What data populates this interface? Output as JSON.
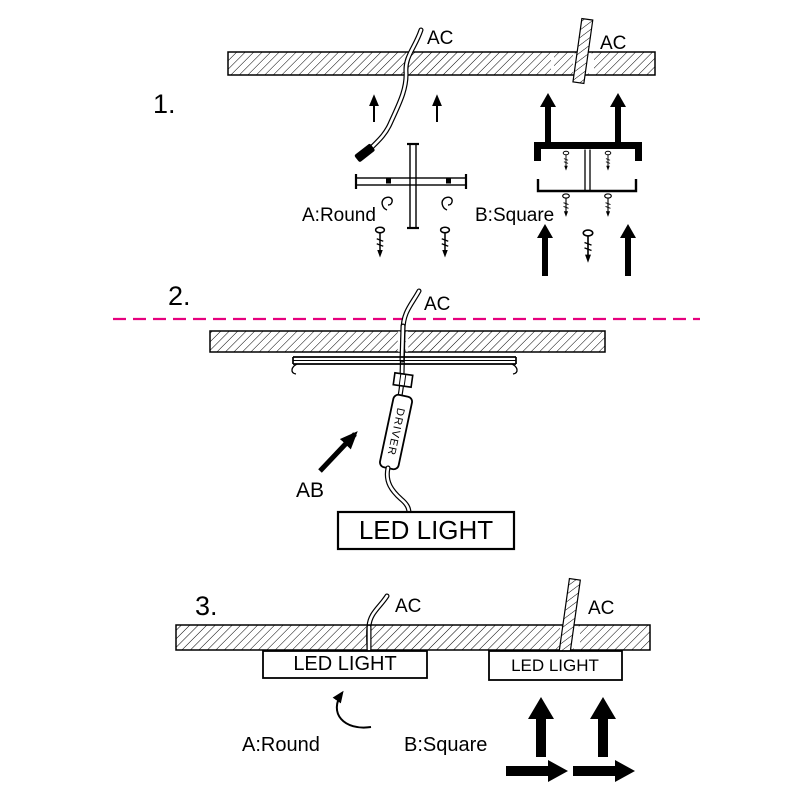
{
  "colors": {
    "ink": "#000000",
    "accent_line": "#e6007e",
    "background": "#ffffff"
  },
  "step1": {
    "number": "1.",
    "ac_cable": "AC",
    "ac_bracket": "AC",
    "option_round": "A:Round",
    "option_square": "B:Square"
  },
  "step2": {
    "number": "2.",
    "ac": "AC",
    "ab": "AB",
    "driver": "DRIVER",
    "led_light": "LED LIGHT"
  },
  "step3": {
    "number": "3.",
    "ac_round": "AC",
    "ac_square": "AC",
    "led_light_round": "LED LIGHT",
    "led_light_square": "LED LIGHT",
    "option_round": "A:Round",
    "option_square": "B:Square"
  }
}
